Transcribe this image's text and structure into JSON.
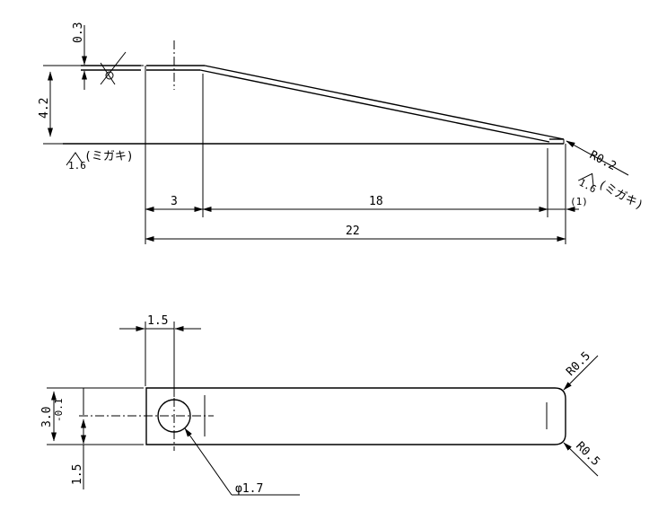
{
  "top_view": {
    "dims": {
      "thickness": "0.3",
      "height": "4.2",
      "base_width": "3",
      "taper_length": "18",
      "overall_length": "22",
      "tip_ref": "(1)",
      "tip_radius": "R0.2"
    },
    "finish": {
      "left_grade": "1.6",
      "left_note": "(ミガキ)",
      "right_grade": "1.6",
      "right_note": "(ミガキ)"
    }
  },
  "bottom_view": {
    "dims": {
      "hole_offset": "1.5",
      "width": "3.0",
      "tolerance": "-0.1",
      "edge_offset": "1.5",
      "hole_diameter": "φ1.7",
      "corner_radius_top": "R0.5",
      "corner_radius_bottom": "R0.5"
    }
  }
}
